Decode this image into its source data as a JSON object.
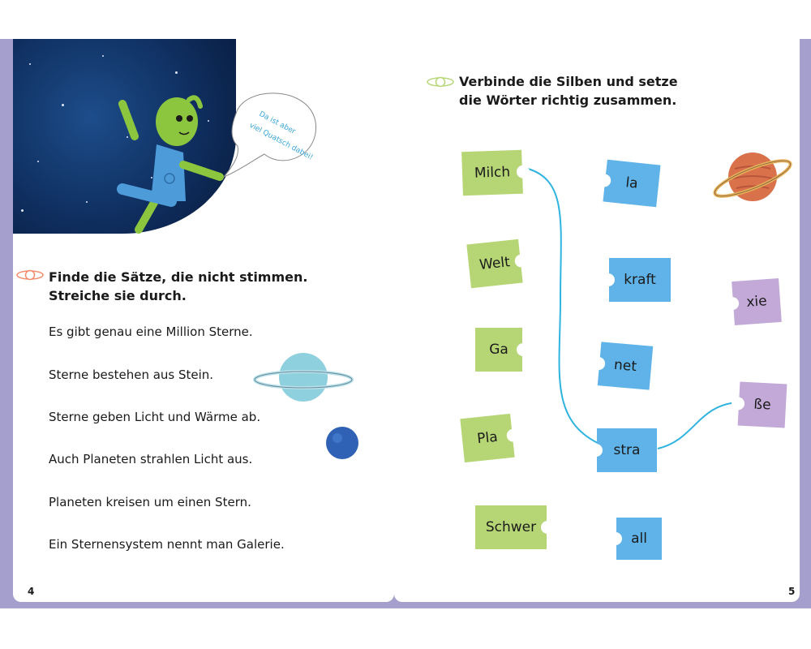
{
  "left_page": {
    "speech_bubble": [
      "Da ist aber",
      "viel Quatsch dabei!"
    ],
    "task_heading": [
      "Finde die Sätze, die nicht stimmen.",
      "Streiche sie durch."
    ],
    "sentences": [
      "Es gibt genau eine Million Sterne.",
      "Sterne bestehen aus Stein.",
      "Sterne geben Licht und Wärme ab.",
      "Auch Planeten strahlen Licht aus.",
      "Planeten kreisen um einen Stern.",
      "Ein Sternensystem nennt man Galerie."
    ],
    "page_number": "4"
  },
  "right_page": {
    "task_heading": [
      "Verbinde die Silben und setze",
      "die Wörter richtig zusammen."
    ],
    "syllables_green": [
      "Milch",
      "Welt",
      "Ga",
      "Pla",
      "Schwer"
    ],
    "syllables_blue": [
      "la",
      "kraft",
      "net",
      "stra",
      "all"
    ],
    "syllables_purple": [
      "xie",
      "ße"
    ],
    "page_number": "5"
  },
  "colors": {
    "frame": "#a59fcd",
    "green_piece": "#b6d675",
    "blue_piece": "#5fb3e8",
    "purple_piece": "#c2a9d8",
    "connector_line": "#2fb3df",
    "space": "#0f2f60"
  }
}
